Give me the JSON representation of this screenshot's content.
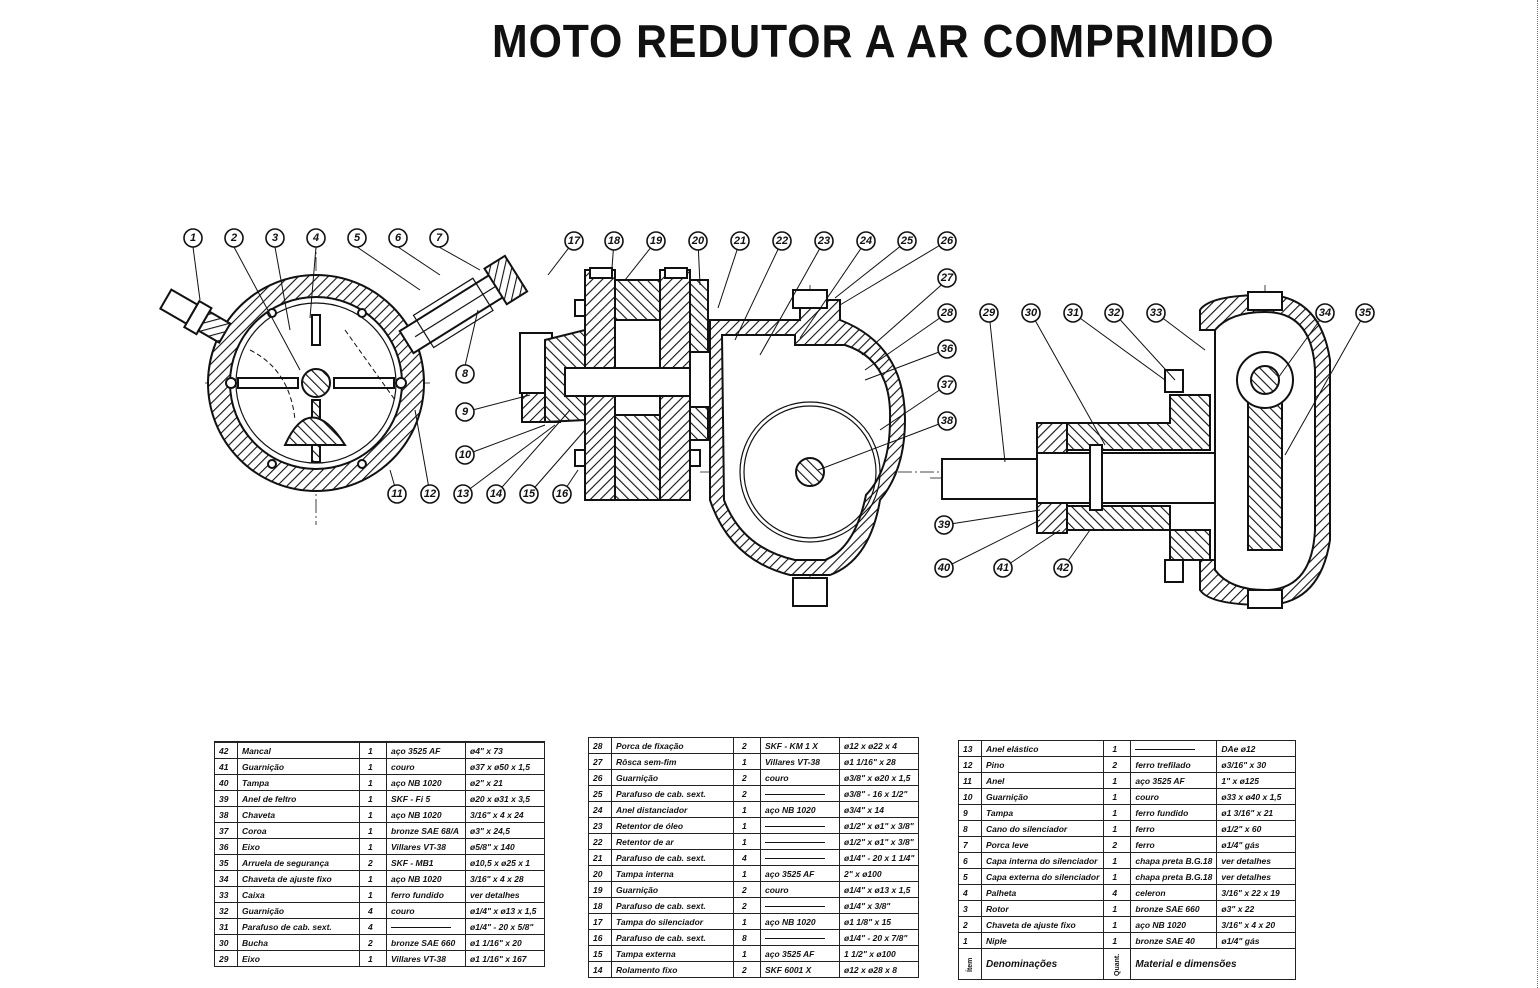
{
  "title": "MOTO REDUTOR A AR COMPRIMIDO",
  "drawing": {
    "callouts": [
      "1",
      "2",
      "3",
      "4",
      "5",
      "6",
      "7",
      "8",
      "9",
      "10",
      "11",
      "12",
      "13",
      "14",
      "15",
      "16",
      "17",
      "18",
      "19",
      "20",
      "21",
      "22",
      "23",
      "24",
      "25",
      "26",
      "27",
      "28",
      "29",
      "30",
      "31",
      "32",
      "33",
      "34",
      "35",
      "36",
      "37",
      "38",
      "39",
      "40",
      "41",
      "42"
    ]
  },
  "tables": {
    "header": {
      "item": "Ítem",
      "name": "Denominações",
      "qty": "Quant.",
      "material": "Material e dimensões"
    },
    "table1": [
      {
        "item": "42",
        "name": "Mancal",
        "qty": "1",
        "material": "aço 3525 AF",
        "dimensions": "ø4\" x 73"
      },
      {
        "item": "41",
        "name": "Guarnição",
        "qty": "1",
        "material": "couro",
        "dimensions": "ø37 x ø50 x 1,5"
      },
      {
        "item": "40",
        "name": "Tampa",
        "qty": "1",
        "material": "aço NB 1020",
        "dimensions": "ø2\" x 21"
      },
      {
        "item": "39",
        "name": "Anel de feltro",
        "qty": "1",
        "material": "SKF - Fi 5",
        "dimensions": "ø20 x ø31 x 3,5"
      },
      {
        "item": "38",
        "name": "Chaveta",
        "qty": "1",
        "material": "aço NB 1020",
        "dimensions": "3/16\" x 4 x 24"
      },
      {
        "item": "37",
        "name": "Coroa",
        "qty": "1",
        "material": "bronze SAE 68/A",
        "dimensions": "ø3\" x 24,5"
      },
      {
        "item": "36",
        "name": "Eixo",
        "qty": "1",
        "material": "Villares VT-38",
        "dimensions": "ø5/8\" x 140"
      },
      {
        "item": "35",
        "name": "Arruela de segurança",
        "qty": "2",
        "material": "SKF - MB1",
        "dimensions": "ø10,5 x ø25 x 1"
      },
      {
        "item": "34",
        "name": "Chaveta de ajuste fixo",
        "qty": "1",
        "material": "aço NB 1020",
        "dimensions": "3/16\" x 4 x 28"
      },
      {
        "item": "33",
        "name": "Caixa",
        "qty": "1",
        "material": "ferro fundido",
        "dimensions": "ver detalhes"
      },
      {
        "item": "32",
        "name": "Guarnição",
        "qty": "4",
        "material": "couro",
        "dimensions": "ø1/4\" x ø13 x 1,5"
      },
      {
        "item": "31",
        "name": "Parafuso de cab. sext.",
        "qty": "4",
        "material": "—",
        "dimensions": "ø1/4\" - 20 x 5/8\""
      },
      {
        "item": "30",
        "name": "Bucha",
        "qty": "2",
        "material": "bronze SAE 660",
        "dimensions": "ø1 1/16\" x 20"
      },
      {
        "item": "29",
        "name": "Eixo",
        "qty": "1",
        "material": "Villares VT-38",
        "dimensions": "ø1 1/16\" x 167"
      }
    ],
    "table2": [
      {
        "item": "28",
        "name": "Porca de fixação",
        "qty": "2",
        "material": "SKF - KM 1 X",
        "dimensions": "ø12 x ø22 x 4"
      },
      {
        "item": "27",
        "name": "Rôsca sem-fim",
        "qty": "1",
        "material": "Villares VT-38",
        "dimensions": "ø1 1/16\" x 28"
      },
      {
        "item": "26",
        "name": "Guarnição",
        "qty": "2",
        "material": "couro",
        "dimensions": "ø3/8\" x ø20 x 1,5"
      },
      {
        "item": "25",
        "name": "Parafuso de cab. sext.",
        "qty": "2",
        "material": "—",
        "dimensions": "ø3/8\" - 16 x 1/2\""
      },
      {
        "item": "24",
        "name": "Anel distanciador",
        "qty": "1",
        "material": "aço NB 1020",
        "dimensions": "ø3/4\" x 14"
      },
      {
        "item": "23",
        "name": "Retentor de óleo",
        "qty": "1",
        "material": "—",
        "dimensions": "ø1/2\" x ø1\" x 3/8\""
      },
      {
        "item": "22",
        "name": "Retentor de ar",
        "qty": "1",
        "material": "—",
        "dimensions": "ø1/2\" x ø1\" x 3/8\""
      },
      {
        "item": "21",
        "name": "Parafuso de cab. sext.",
        "qty": "4",
        "material": "—",
        "dimensions": "ø1/4\" - 20 x 1 1/4\""
      },
      {
        "item": "20",
        "name": "Tampa interna",
        "qty": "1",
        "material": "aço 3525 AF",
        "dimensions": "2\" x ø100"
      },
      {
        "item": "19",
        "name": "Guarnição",
        "qty": "2",
        "material": "couro",
        "dimensions": "ø1/4\" x ø13 x 1,5"
      },
      {
        "item": "18",
        "name": "Parafuso de cab. sext.",
        "qty": "2",
        "material": "—",
        "dimensions": "ø1/4\" x 3/8\""
      },
      {
        "item": "17",
        "name": "Tampa do silenciador",
        "qty": "1",
        "material": "aço NB 1020",
        "dimensions": "ø1 1/8\" x 15"
      },
      {
        "item": "16",
        "name": "Parafuso de cab. sext.",
        "qty": "8",
        "material": "—",
        "dimensions": "ø1/4\" - 20 x 7/8\""
      },
      {
        "item": "15",
        "name": "Tampa externa",
        "qty": "1",
        "material": "aço 3525 AF",
        "dimensions": "1 1/2\" x ø100"
      },
      {
        "item": "14",
        "name": "Rolamento fixo",
        "qty": "2",
        "material": "SKF 6001 X",
        "dimensions": "ø12 x ø28 x 8"
      }
    ],
    "table3": [
      {
        "item": "13",
        "name": "Anel elástico",
        "qty": "1",
        "material": "—",
        "dimensions": "DAe ø12"
      },
      {
        "item": "12",
        "name": "Pino",
        "qty": "2",
        "material": "ferro trefilado",
        "dimensions": "ø3/16\" x 30"
      },
      {
        "item": "11",
        "name": "Anel",
        "qty": "1",
        "material": "aço 3525 AF",
        "dimensions": "1\" x ø125"
      },
      {
        "item": "10",
        "name": "Guarnição",
        "qty": "1",
        "material": "couro",
        "dimensions": "ø33 x ø40 x 1,5"
      },
      {
        "item": "9",
        "name": "Tampa",
        "qty": "1",
        "material": "ferro fundido",
        "dimensions": "ø1 3/16\" x 21"
      },
      {
        "item": "8",
        "name": "Cano do silenciador",
        "qty": "1",
        "material": "ferro",
        "dimensions": "ø1/2\" x 60"
      },
      {
        "item": "7",
        "name": "Porca leve",
        "qty": "2",
        "material": "ferro",
        "dimensions": "ø1/4\" gás"
      },
      {
        "item": "6",
        "name": "Capa interna do silenciador",
        "qty": "1",
        "material": "chapa preta B.G.18",
        "dimensions": "ver detalhes"
      },
      {
        "item": "5",
        "name": "Capa externa do silenciador",
        "qty": "1",
        "material": "chapa preta B.G.18",
        "dimensions": "ver detalhes"
      },
      {
        "item": "4",
        "name": "Palheta",
        "qty": "4",
        "material": "celeron",
        "dimensions": "3/16\" x 22 x 19"
      },
      {
        "item": "3",
        "name": "Rotor",
        "qty": "1",
        "material": "bronze SAE 660",
        "dimensions": "ø3\" x 22"
      },
      {
        "item": "2",
        "name": "Chaveta de ajuste fixo",
        "qty": "1",
        "material": "aço NB 1020",
        "dimensions": "3/16\" x 4 x 20"
      },
      {
        "item": "1",
        "name": "Niple",
        "qty": "1",
        "material": "bronze SAE 40",
        "dimensions": "ø1/4\" gás"
      }
    ]
  }
}
